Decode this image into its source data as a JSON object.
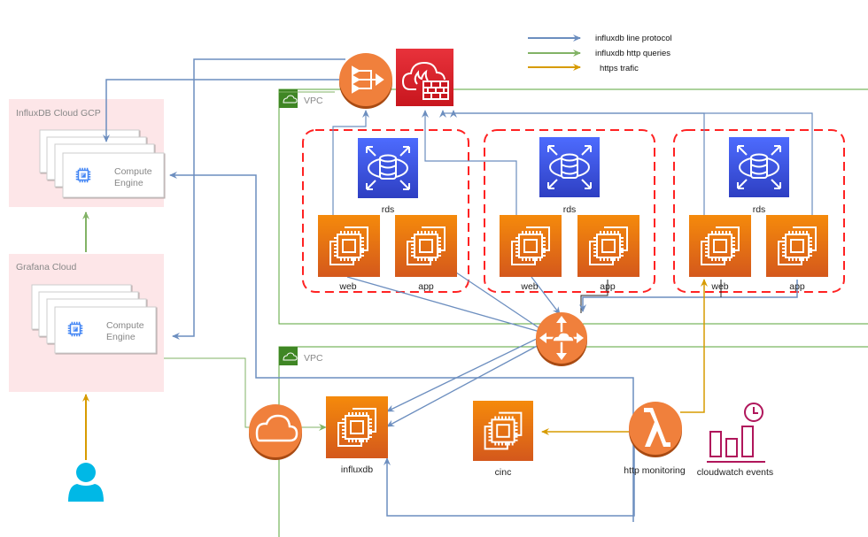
{
  "legend": [
    {
      "label": "influxdb line protocol",
      "color": "#6c8ebf"
    },
    {
      "label": "influxdb http queries",
      "color": "#82b366"
    },
    {
      "label": "https trafic",
      "color": "#d79b00"
    }
  ],
  "colors": {
    "blue_line": "#6c8ebf",
    "green_line": "#82b366",
    "orange_line": "#d79b00",
    "vpc_green": "#3f8624",
    "cloud_pink": "#fde6e8",
    "ec2_orange": "#e8760f",
    "rds_blue": "#3a4fd4",
    "firewall_red": "#d9252c",
    "az_red_dash": "#ff2222",
    "gcp_blue": "#4285f4",
    "user_cyan": "#00b8e6",
    "cloudwatch_magenta": "#b0165b"
  },
  "gcp_groups": {
    "influx": {
      "title": "InfluxDB Cloud GCP",
      "node_line1": "Compute",
      "node_line2": "Engine"
    },
    "grafana": {
      "title": "Grafana Cloud",
      "node_line1": "Compute",
      "node_line2": "Engine"
    }
  },
  "vpcs": {
    "top": {
      "label": "VPC"
    },
    "bottom": {
      "label": "VPC"
    }
  },
  "zones": [
    {
      "rds_label": "rds",
      "web_label": "web",
      "app_label": "app"
    },
    {
      "rds_label": "rds",
      "web_label": "web",
      "app_label": "app"
    },
    {
      "rds_label": "rds",
      "web_label": "web",
      "app_label": "app"
    }
  ],
  "bottom_nodes": {
    "influxdb": "influxdb",
    "cinc": "cinc",
    "lambda": "http monitoring",
    "cloudwatch": "cloudwatch events"
  },
  "icons": {
    "load_balancer": "elastic-load-balancer-icon",
    "firewall": "waf-firewall-icon",
    "router": "vpc-router-icon",
    "internet_gateway": "internet-gateway-cloud-icon",
    "user": "user-icon",
    "lambda": "lambda-icon",
    "cloudwatch": "cloudwatch-events-icon"
  }
}
